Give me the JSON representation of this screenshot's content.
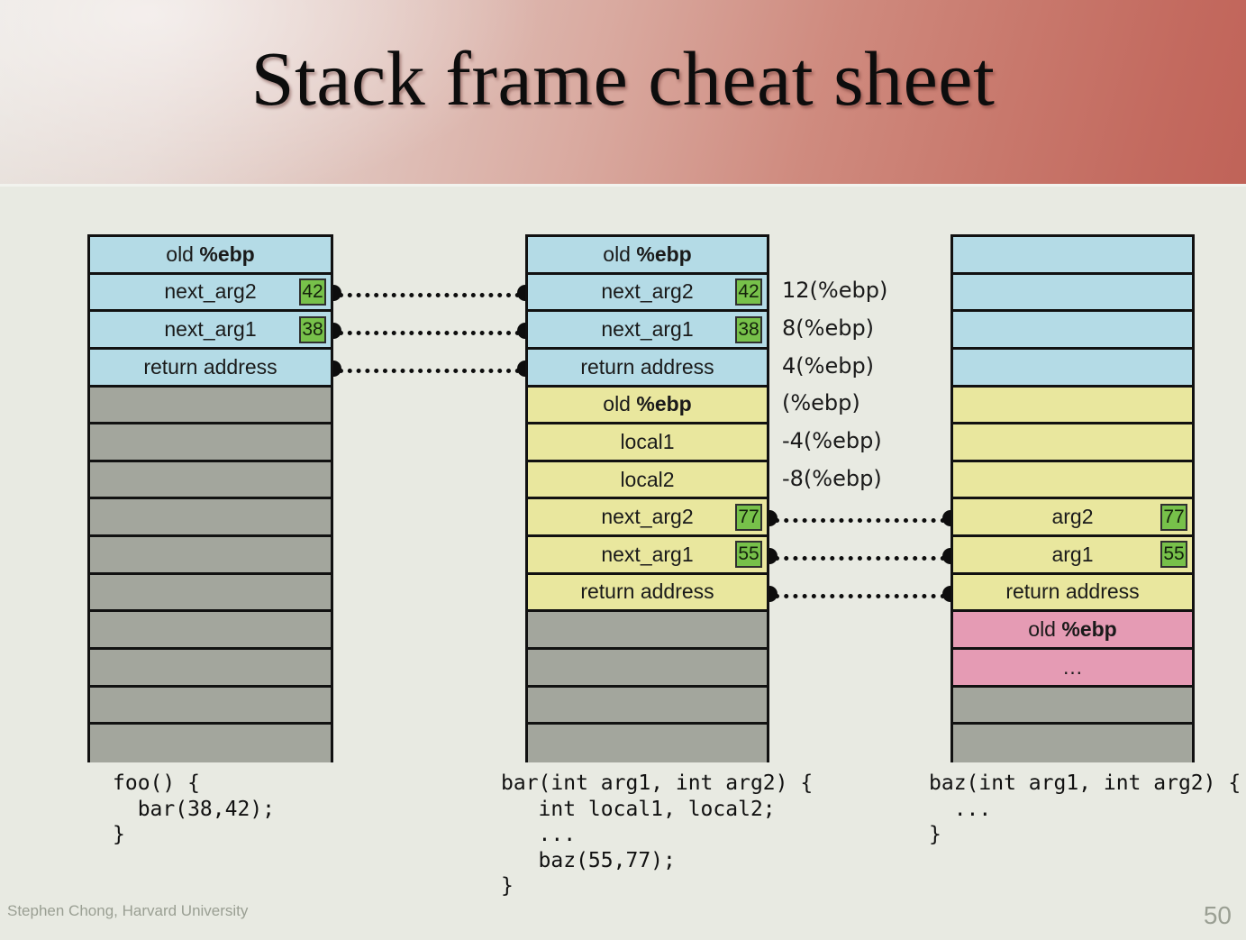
{
  "slide": {
    "title": "Stack frame cheat sheet",
    "author": "Stephen Chong, Harvard University",
    "page_number": "50",
    "colors": {
      "background": "#e8eae2",
      "header_light": "#e9e4df",
      "header_dark": "#c06358",
      "caller_blue": "#b4dbe6",
      "current_yellow": "#e9e79e",
      "callee_pink": "#e59bb4",
      "empty_gray": "#a3a69d",
      "value_green": "#77c14a"
    }
  },
  "frames": [
    {
      "name": "foo-frame",
      "code": "foo() {\n  bar(38,42);\n}",
      "rows": [
        {
          "label_plain": "old ",
          "label_bold": "%ebp",
          "color": "blue",
          "value": null
        },
        {
          "label_plain": "next_arg2",
          "label_bold": "",
          "color": "blue",
          "value": "42"
        },
        {
          "label_plain": "next_arg1",
          "label_bold": "",
          "color": "blue",
          "value": "38"
        },
        {
          "label_plain": "return address",
          "label_bold": "",
          "color": "blue",
          "value": null
        },
        {
          "label_plain": "",
          "label_bold": "",
          "color": "gray",
          "value": null
        },
        {
          "label_plain": "",
          "label_bold": "",
          "color": "gray",
          "value": null
        },
        {
          "label_plain": "",
          "label_bold": "",
          "color": "gray",
          "value": null
        },
        {
          "label_plain": "",
          "label_bold": "",
          "color": "gray",
          "value": null
        },
        {
          "label_plain": "",
          "label_bold": "",
          "color": "gray",
          "value": null
        },
        {
          "label_plain": "",
          "label_bold": "",
          "color": "gray",
          "value": null
        },
        {
          "label_plain": "",
          "label_bold": "",
          "color": "gray",
          "value": null
        },
        {
          "label_plain": "",
          "label_bold": "",
          "color": "gray",
          "value": null
        },
        {
          "label_plain": "",
          "label_bold": "",
          "color": "gray",
          "value": null
        },
        {
          "label_plain": "",
          "label_bold": "",
          "color": "gray",
          "value": null
        }
      ]
    },
    {
      "name": "bar-frame",
      "code": "bar(int arg1, int arg2) {\n   int local1, local2;\n   ...\n   baz(55,77);\n}",
      "rows": [
        {
          "label_plain": "old ",
          "label_bold": "%ebp",
          "color": "blue",
          "value": null
        },
        {
          "label_plain": "next_arg2",
          "label_bold": "",
          "color": "blue",
          "value": "42"
        },
        {
          "label_plain": "next_arg1",
          "label_bold": "",
          "color": "blue",
          "value": "38"
        },
        {
          "label_plain": "return address",
          "label_bold": "",
          "color": "blue",
          "value": null
        },
        {
          "label_plain": "old ",
          "label_bold": "%ebp",
          "color": "yellow",
          "value": null
        },
        {
          "label_plain": "local1",
          "label_bold": "",
          "color": "yellow",
          "value": null
        },
        {
          "label_plain": "local2",
          "label_bold": "",
          "color": "yellow",
          "value": null
        },
        {
          "label_plain": "next_arg2",
          "label_bold": "",
          "color": "yellow",
          "value": "77"
        },
        {
          "label_plain": "next_arg1",
          "label_bold": "",
          "color": "yellow",
          "value": "55"
        },
        {
          "label_plain": "return address",
          "label_bold": "",
          "color": "yellow",
          "value": null
        },
        {
          "label_plain": "",
          "label_bold": "",
          "color": "gray",
          "value": null
        },
        {
          "label_plain": "",
          "label_bold": "",
          "color": "gray",
          "value": null
        },
        {
          "label_plain": "",
          "label_bold": "",
          "color": "gray",
          "value": null
        },
        {
          "label_plain": "",
          "label_bold": "",
          "color": "gray",
          "value": null
        }
      ]
    },
    {
      "name": "baz-frame",
      "code": "baz(int arg1, int arg2) {\n  ...\n}",
      "rows": [
        {
          "label_plain": "",
          "label_bold": "",
          "color": "blue",
          "value": null
        },
        {
          "label_plain": "",
          "label_bold": "",
          "color": "blue",
          "value": null
        },
        {
          "label_plain": "",
          "label_bold": "",
          "color": "blue",
          "value": null
        },
        {
          "label_plain": "",
          "label_bold": "",
          "color": "blue",
          "value": null
        },
        {
          "label_plain": "",
          "label_bold": "",
          "color": "yellow",
          "value": null
        },
        {
          "label_plain": "",
          "label_bold": "",
          "color": "yellow",
          "value": null
        },
        {
          "label_plain": "",
          "label_bold": "",
          "color": "yellow",
          "value": null
        },
        {
          "label_plain": "arg2",
          "label_bold": "",
          "color": "yellow",
          "value": "77"
        },
        {
          "label_plain": "arg1",
          "label_bold": "",
          "color": "yellow",
          "value": "55"
        },
        {
          "label_plain": "return address",
          "label_bold": "",
          "color": "yellow",
          "value": null
        },
        {
          "label_plain": "old ",
          "label_bold": "%ebp",
          "color": "pink",
          "value": null
        },
        {
          "label_plain": "…",
          "label_bold": "",
          "color": "pink",
          "value": null
        },
        {
          "label_plain": "",
          "label_bold": "",
          "color": "gray",
          "value": null
        },
        {
          "label_plain": "",
          "label_bold": "",
          "color": "gray",
          "value": null
        }
      ]
    }
  ],
  "offsets": [
    "12(%ebp)",
    "8(%ebp)",
    "4(%ebp)",
    "(%ebp)",
    "-4(%ebp)",
    "-8(%ebp)"
  ],
  "connectors": [
    {
      "name": "foo-bar-arg2",
      "from_row": 1,
      "to_row": 1,
      "left_frame": 0,
      "right_frame": 1
    },
    {
      "name": "foo-bar-arg1",
      "from_row": 2,
      "to_row": 2,
      "left_frame": 0,
      "right_frame": 1
    },
    {
      "name": "foo-bar-retaddr",
      "from_row": 3,
      "to_row": 3,
      "left_frame": 0,
      "right_frame": 1
    },
    {
      "name": "bar-baz-arg2",
      "from_row": 7,
      "to_row": 7,
      "left_frame": 1,
      "right_frame": 2
    },
    {
      "name": "bar-baz-arg1",
      "from_row": 8,
      "to_row": 8,
      "left_frame": 1,
      "right_frame": 2
    },
    {
      "name": "bar-baz-retaddr",
      "from_row": 9,
      "to_row": 9,
      "left_frame": 1,
      "right_frame": 2
    }
  ]
}
